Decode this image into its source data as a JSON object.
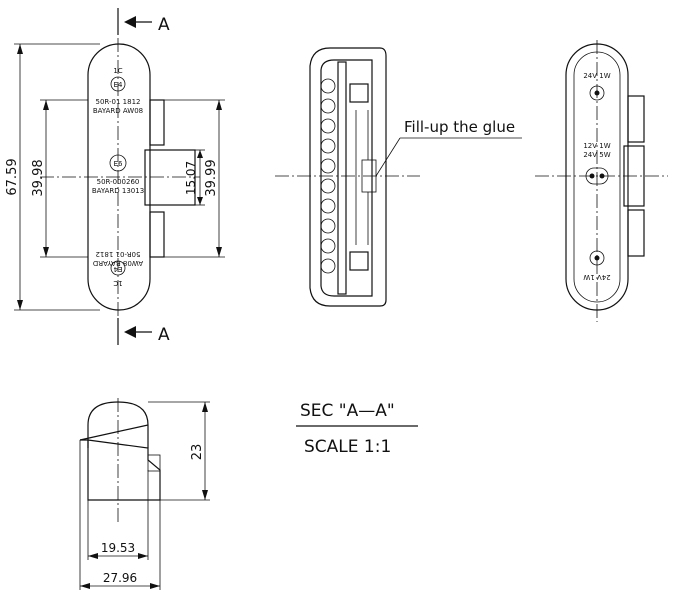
{
  "section_label_top": "A",
  "section_label_bottom": "A",
  "callout": "Fill-up the glue",
  "title_block": {
    "section": "SEC \"A—A\"",
    "scale": "SCALE 1:1"
  },
  "dimensions": {
    "overall_height": "67.59",
    "inner_left": "39.98",
    "center_gap": "15.07",
    "inner_right": "39.99",
    "side_height": "23",
    "side_inner_width": "19.53",
    "side_overall_width": "27.96"
  },
  "front_markings": {
    "top_code": "E4",
    "top_code_sub": "1C",
    "top_line1": "50R-01 1812",
    "top_line2": "BAYARD AW08",
    "mid_code": "E6",
    "mid_line1": "50R-000260",
    "mid_line2": "BAYARD 13013",
    "bot_line1": "AW08 BAYARD",
    "bot_line2": "50R-01 1812",
    "bot_code": "E4",
    "bot_code_sub": "1C"
  },
  "back_markings": {
    "top": "24V 1W",
    "mid1": "12V 1W",
    "mid2": "24V 5W",
    "bot": "24V 1W"
  }
}
